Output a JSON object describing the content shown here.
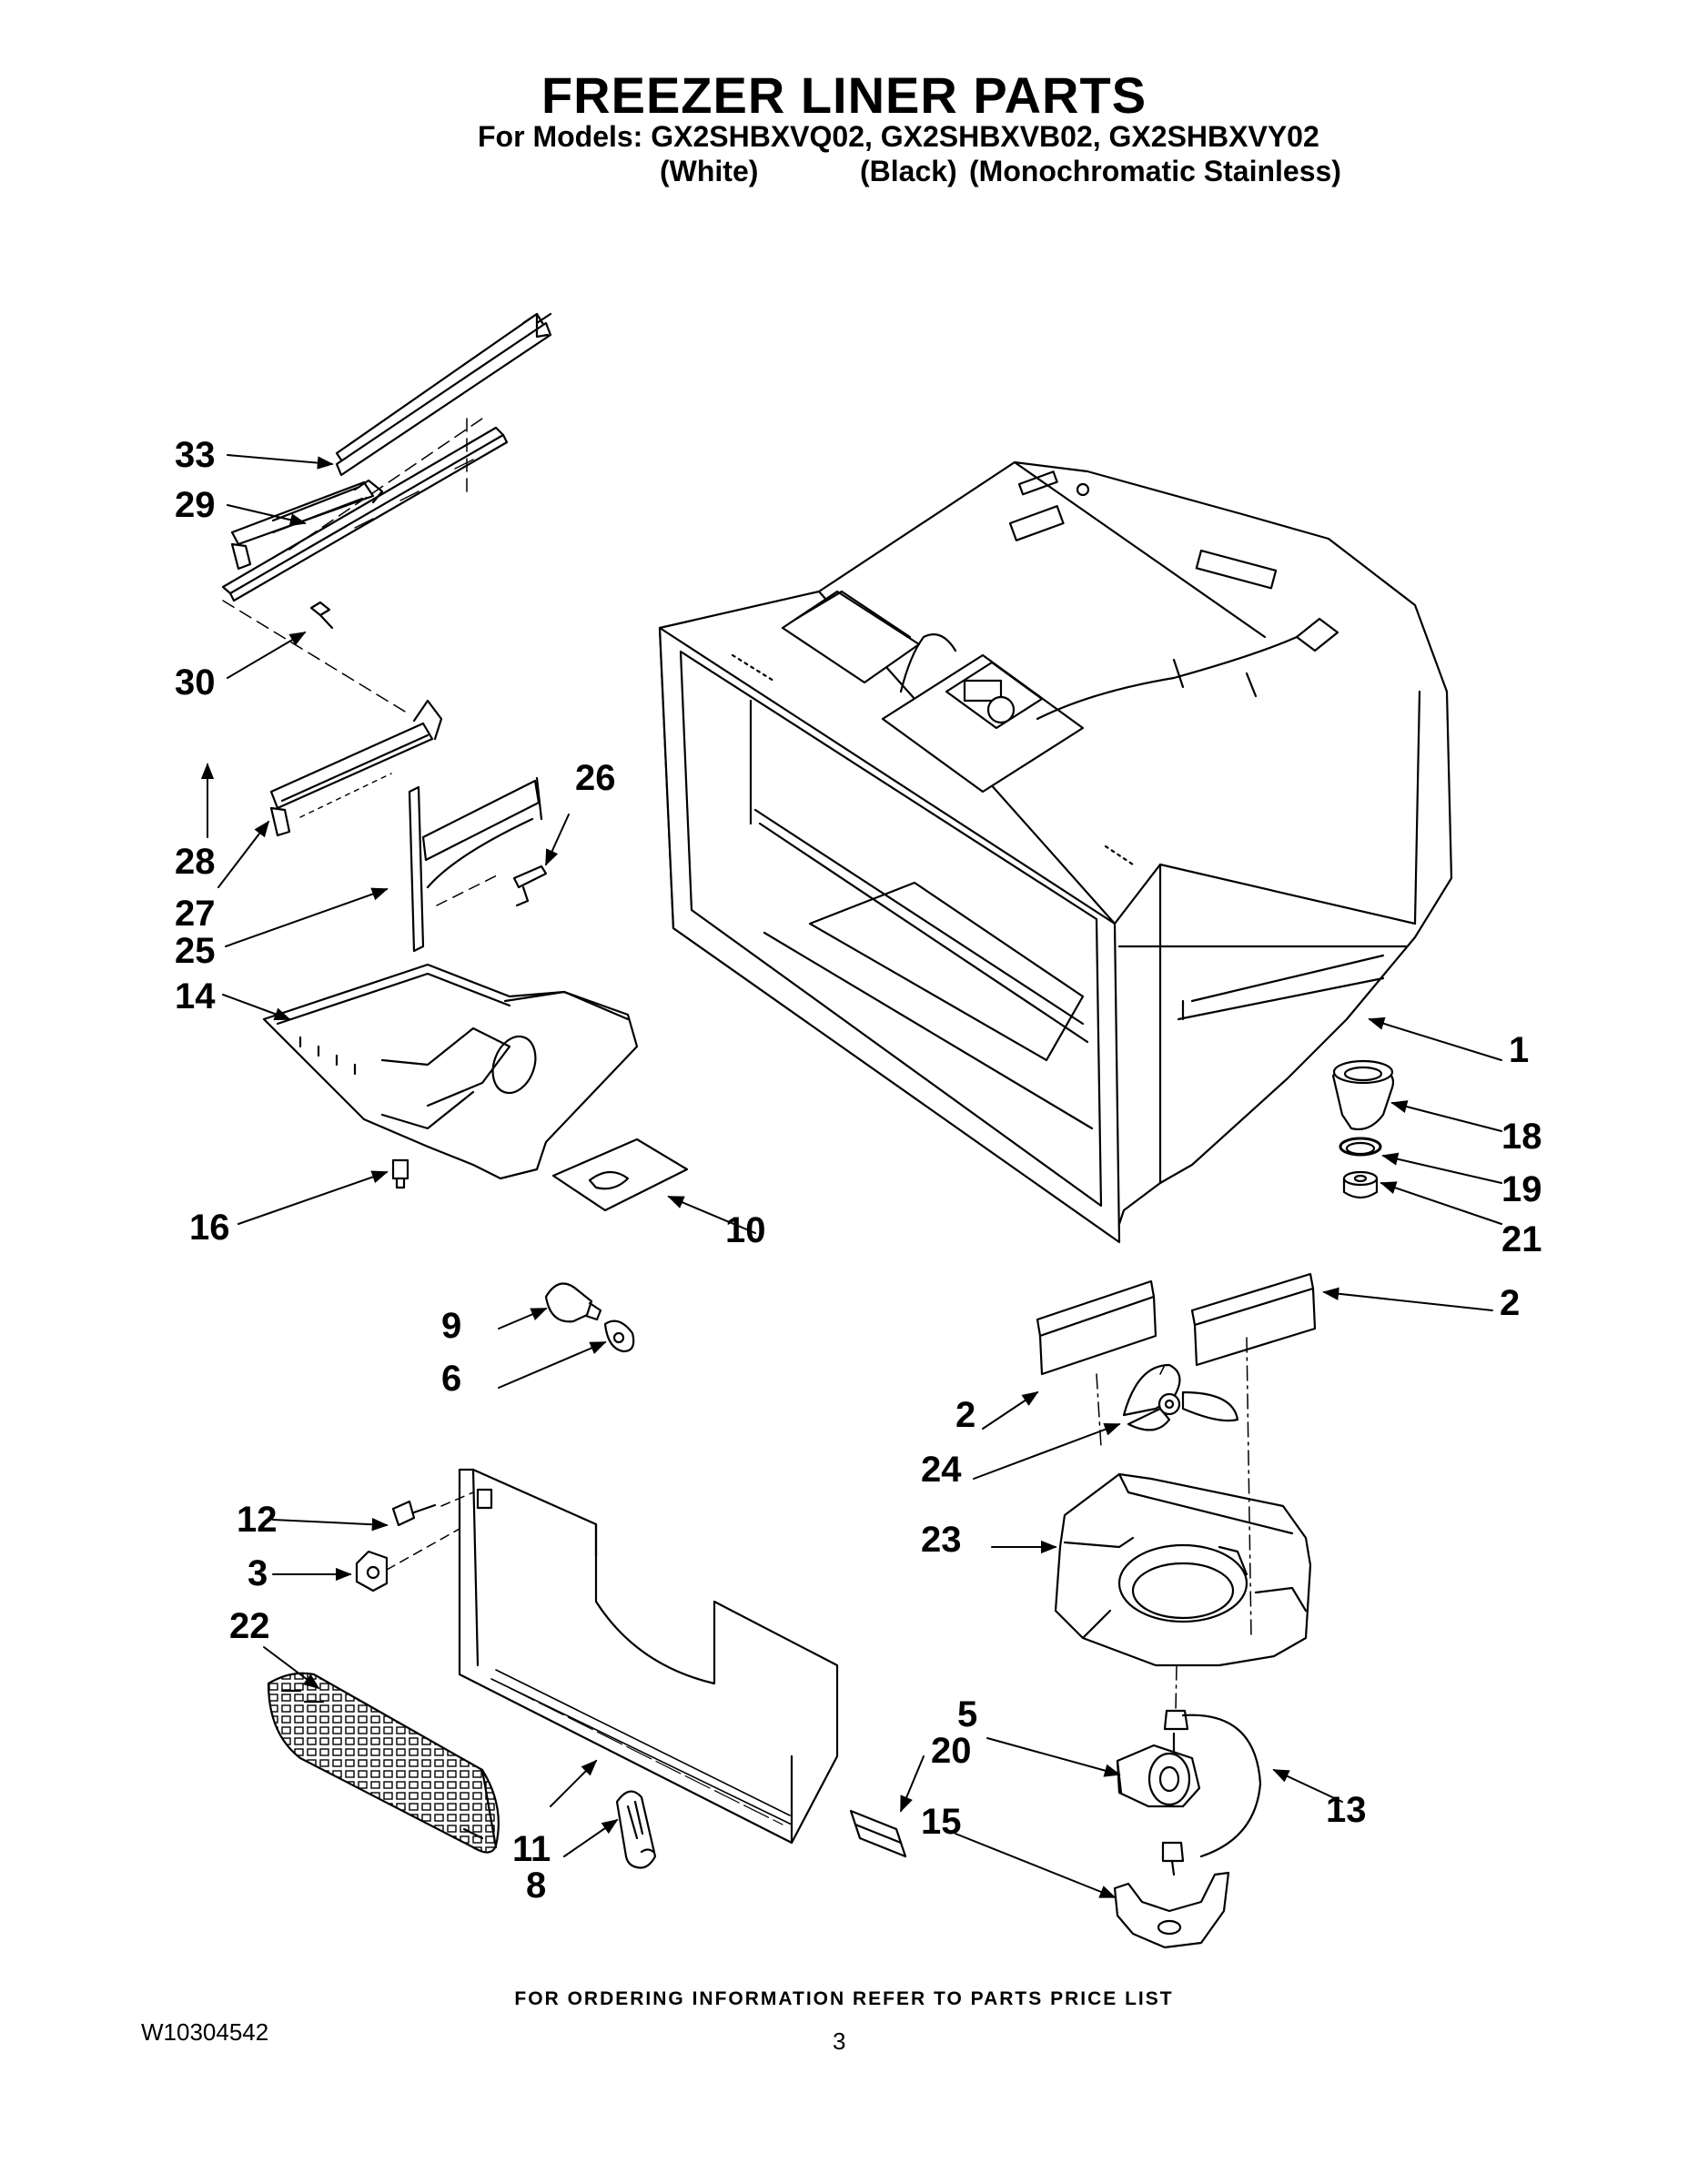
{
  "header": {
    "title": "FREEZER LINER PARTS",
    "models_line": "For Models: GX2SHBXVQ02, GX2SHBXVB02, GX2SHBXVY02",
    "colors": [
      "(White)",
      "(Black)",
      "(Monochromatic Stainless)"
    ]
  },
  "callouts": [
    "33",
    "29",
    "30",
    "28",
    "27",
    "25",
    "26",
    "14",
    "16",
    "10",
    "9",
    "6",
    "12",
    "3",
    "22",
    "11",
    "8",
    "20",
    "1",
    "18",
    "19",
    "21",
    "2",
    "2",
    "24",
    "23",
    "5",
    "13",
    "15"
  ],
  "footer": {
    "ordering_note": "FOR ORDERING INFORMATION REFER TO PARTS PRICE LIST",
    "doc_number": "W10304542",
    "page_number": "3"
  }
}
